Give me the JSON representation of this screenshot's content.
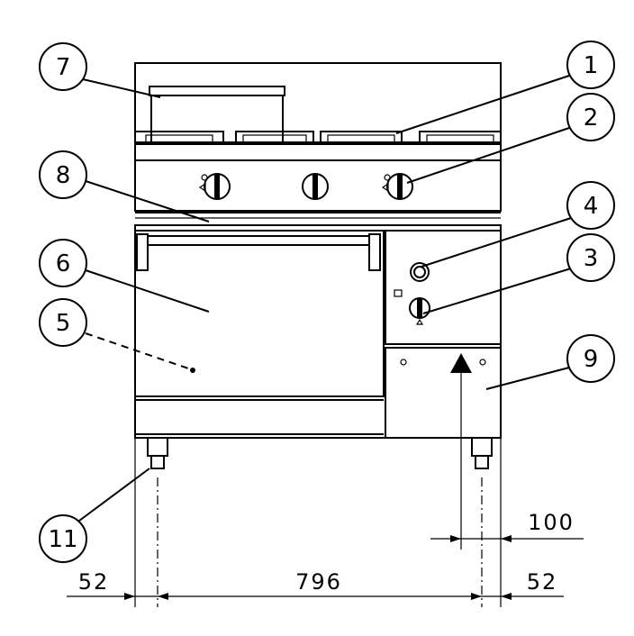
{
  "callouts": [
    {
      "id": "1",
      "label": "1"
    },
    {
      "id": "2",
      "label": "2"
    },
    {
      "id": "3",
      "label": "3"
    },
    {
      "id": "4",
      "label": "4"
    },
    {
      "id": "5",
      "label": "5"
    },
    {
      "id": "6",
      "label": "6"
    },
    {
      "id": "7",
      "label": "7"
    },
    {
      "id": "8",
      "label": "8"
    },
    {
      "id": "9",
      "label": "9"
    },
    {
      "id": "11",
      "label": "11"
    }
  ],
  "dimensions": {
    "left_offset": "52",
    "main_width": "796",
    "right_offset": "52",
    "inlet_offset": "100"
  }
}
